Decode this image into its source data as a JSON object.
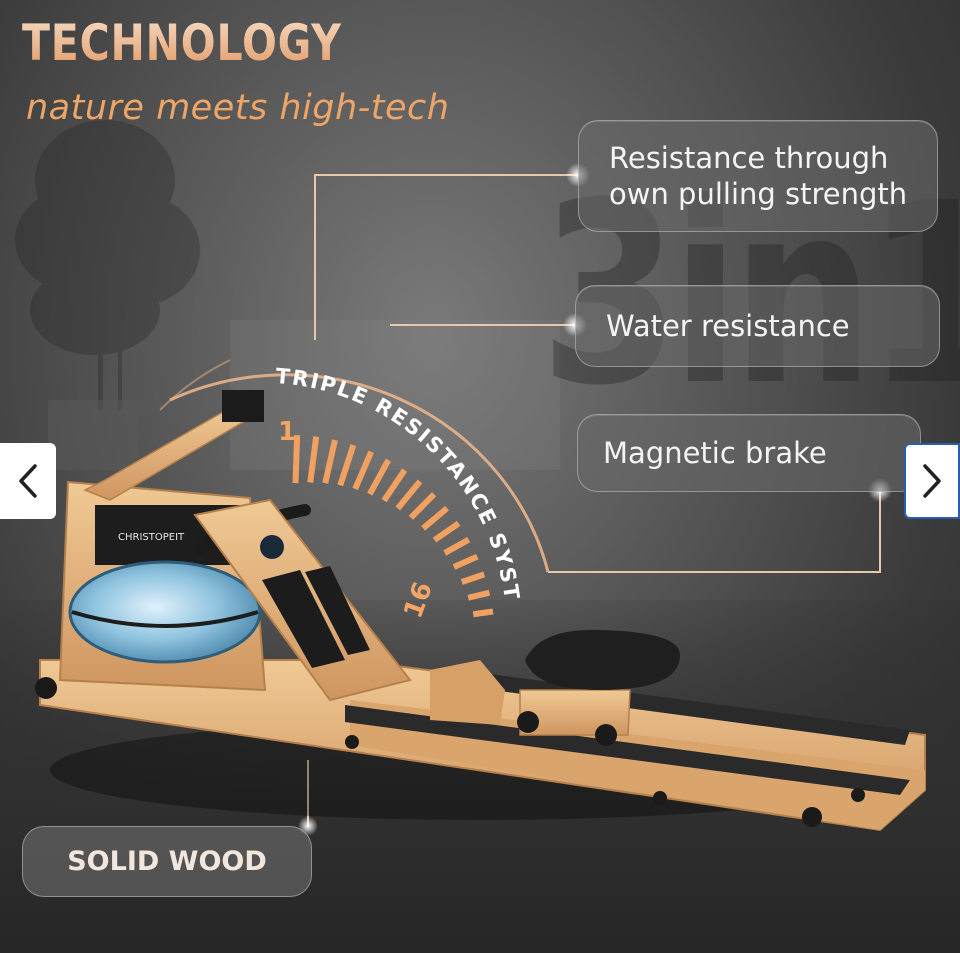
{
  "hero": {
    "title": "TECHNOLOGY",
    "subtitle": "nature meets high-tech"
  },
  "features": {
    "pull": "Resistance through own pulling strength",
    "water": "Water resistance",
    "magnetic": "Magnetic brake",
    "wood": "SOLID WOOD"
  },
  "gauge": {
    "label": "TRIPLE RESISTANCE SYSTEM",
    "min": "1",
    "max": "16",
    "levels": 16
  },
  "watermark": "3in1",
  "brand": "CHRISTOPEIT",
  "carousel": {
    "prev_icon": "chevron-left-icon",
    "next_icon": "chevron-right-icon"
  },
  "colors": {
    "accent": "#f0a060",
    "wood": "#e2b07a",
    "wood_dark": "#c98f55"
  }
}
